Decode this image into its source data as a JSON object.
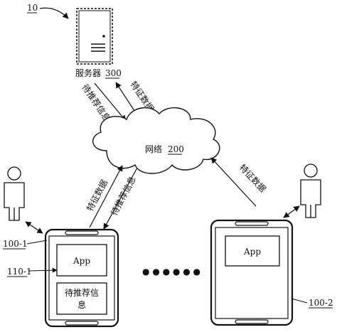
{
  "figure_ref": "10",
  "server": {
    "label": "服务器",
    "ref": "300"
  },
  "network": {
    "label": "网络",
    "ref": "200"
  },
  "arrows": {
    "server_up": "特征数据",
    "server_down": "待推荐信息",
    "device1_up": "特征数据",
    "device1_down": "待推荐信息",
    "device2_up": "特征数据"
  },
  "device1": {
    "ref": "100-1",
    "app_ref": "110-1",
    "app_label": "App",
    "info_line1": "待推荐信",
    "info_line2": "息"
  },
  "device2": {
    "ref": "100-2",
    "app_label": "App"
  },
  "ellipsis": "● ● ● ● ● ●"
}
